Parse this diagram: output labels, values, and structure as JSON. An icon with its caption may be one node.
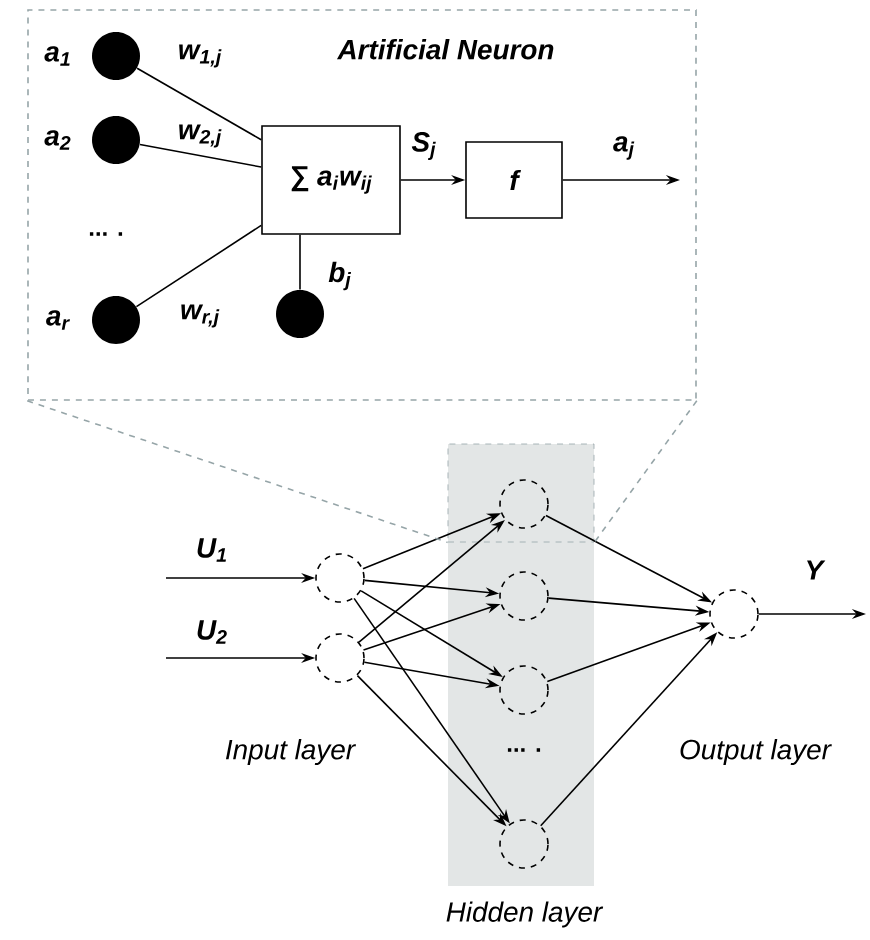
{
  "diagram": {
    "nodes": [
      {
        "text": [
          "Artificial Neuron"
        ]
      },
      {
        "text": [],
        "shape": "circle",
        "beside": [
          "a$_{1}$"
        ],
        "in": 0
      },
      {
        "text": [],
        "shape": "circle",
        "beside": [
          "a$_{2}$"
        ],
        "in": 0
      },
      {
        "text": [],
        "shape": "circle",
        "beside": [
          "a$_{r}$"
        ],
        "in": 0
      },
      {
        "text": [
          "∑ a$_{i}$w$_{ij}$"
        ],
        "in": 0
      },
      {
        "text": [
          "f"
        ],
        "in": 0
      },
      {
        "text": [],
        "shape": "circle",
        "beside": [
          "b$_{j}$"
        ],
        "in": 0
      },
      {
        "text": [],
        "shape": "circle"
      },
      {
        "text": [],
        "shape": "circle"
      },
      {
        "text": [
          "Hidden layer"
        ]
      },
      {
        "text": [],
        "shape": "box",
        "in": 9
      },
      {
        "text": [],
        "shape": "circle",
        "in": 10
      },
      {
        "text": [],
        "shape": "circle",
        "in": 9
      },
      {
        "text": [],
        "shape": "circle",
        "in": 9
      },
      {
        "text": [],
        "shape": "circle",
        "in": 9
      },
      {
        "text": [],
        "shape": "circle"
      }
    ],
    "edges": [
      {
        "from": 1,
        "to": 4,
        "arrow": "none",
        "label": "w$_{1,j}$"
      },
      {
        "from": 2,
        "to": 4,
        "arrow": "none",
        "label": "w$_{2,j}$"
      },
      {
        "from": 3,
        "to": 4,
        "arrow": "none",
        "label": "w$_{r,j}$"
      },
      {
        "from": 6,
        "to": 4,
        "arrow": "none"
      },
      {
        "from": 4,
        "to": 5,
        "arrow": "to",
        "label": "S$_{j}$"
      },
      {
        "from": 5,
        "to": null,
        "arrow": "to",
        "label": "a$_{j}$"
      },
      {
        "from": null,
        "to": 7,
        "arrow": "to",
        "label": "U$_{1}$"
      },
      {
        "from": null,
        "to": 8,
        "arrow": "to",
        "label": "U$_{2}$"
      },
      {
        "from": 7,
        "to": 11,
        "arrow": "to"
      },
      {
        "from": 7,
        "to": 12,
        "arrow": "to"
      },
      {
        "from": 7,
        "to": 13,
        "arrow": "to"
      },
      {
        "from": 7,
        "to": 14,
        "arrow": "to"
      },
      {
        "from": 8,
        "to": 11,
        "arrow": "to"
      },
      {
        "from": 8,
        "to": 12,
        "arrow": "to"
      },
      {
        "from": 8,
        "to": 13,
        "arrow": "to"
      },
      {
        "from": 8,
        "to": 14,
        "arrow": "to"
      },
      {
        "from": 11,
        "to": 15,
        "arrow": "to"
      },
      {
        "from": 12,
        "to": 15,
        "arrow": "to"
      },
      {
        "from": 13,
        "to": 15,
        "arrow": "to"
      },
      {
        "from": 14,
        "to": 15,
        "arrow": "to"
      },
      {
        "from": 15,
        "to": null,
        "arrow": "to",
        "label": "Y"
      },
      {
        "from": 0,
        "to": 10,
        "arrow": "none",
        "style": "dashed",
        "color": "#96a5a8"
      },
      {
        "from": 0,
        "to": 10,
        "arrow": "none",
        "style": "dashed",
        "color": "#96a5a8"
      }
    ],
    "labels": [
      "... .",
      "Input layer",
      "... .",
      "Output layer"
    ]
  }
}
